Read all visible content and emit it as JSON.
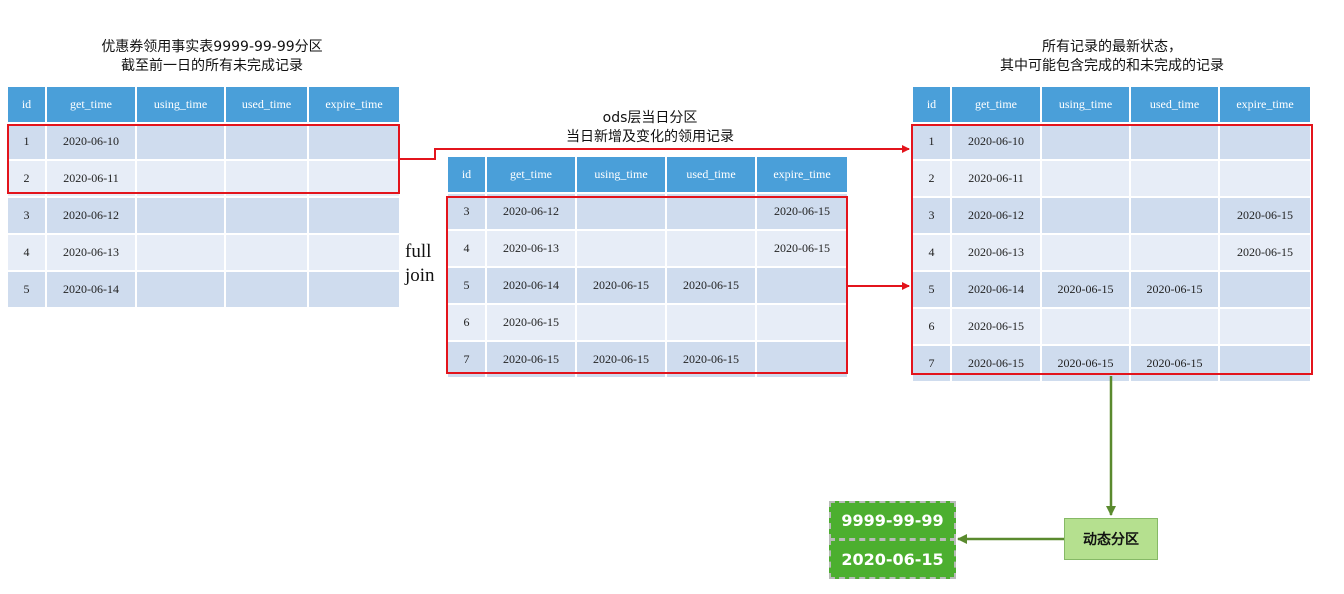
{
  "left": {
    "caption_line1": "优惠券领用事实表9999-99-99分区",
    "caption_line2": "截至前一日的所有未完成记录",
    "headers": [
      "id",
      "get_time",
      "using_time",
      "used_time",
      "expire_time"
    ],
    "rows": [
      [
        "1",
        "2020-06-10",
        "",
        "",
        ""
      ],
      [
        "2",
        "2020-06-11",
        "",
        "",
        ""
      ],
      [
        "3",
        "2020-06-12",
        "",
        "",
        ""
      ],
      [
        "4",
        "2020-06-13",
        "",
        "",
        ""
      ],
      [
        "5",
        "2020-06-14",
        "",
        "",
        ""
      ]
    ]
  },
  "middle": {
    "caption_line1": "ods层当日分区",
    "caption_line2": "当日新增及变化的领用记录",
    "headers": [
      "id",
      "get_time",
      "using_time",
      "used_time",
      "expire_time"
    ],
    "rows": [
      [
        "3",
        "2020-06-12",
        "",
        "",
        "2020-06-15"
      ],
      [
        "4",
        "2020-06-13",
        "",
        "",
        "2020-06-15"
      ],
      [
        "5",
        "2020-06-14",
        "2020-06-15",
        "2020-06-15",
        ""
      ],
      [
        "6",
        "2020-06-15",
        "",
        "",
        ""
      ],
      [
        "7",
        "2020-06-15",
        "2020-06-15",
        "2020-06-15",
        ""
      ]
    ]
  },
  "join_label_line1": "full",
  "join_label_line2": "join",
  "right": {
    "caption_line1": "所有记录的最新状态，",
    "caption_line2": "其中可能包含完成的和未完成的记录",
    "headers": [
      "id",
      "get_time",
      "using_time",
      "used_time",
      "expire_time"
    ],
    "rows": [
      [
        "1",
        "2020-06-10",
        "",
        "",
        ""
      ],
      [
        "2",
        "2020-06-11",
        "",
        "",
        ""
      ],
      [
        "3",
        "2020-06-12",
        "",
        "",
        "2020-06-15"
      ],
      [
        "4",
        "2020-06-13",
        "",
        "",
        "2020-06-15"
      ],
      [
        "5",
        "2020-06-14",
        "2020-06-15",
        "2020-06-15",
        ""
      ],
      [
        "6",
        "2020-06-15",
        "",
        "",
        ""
      ],
      [
        "7",
        "2020-06-15",
        "2020-06-15",
        "2020-06-15",
        ""
      ]
    ]
  },
  "dynamic_partition_label": "动态分区",
  "partitions": [
    "9999-99-99",
    "2020-06-15"
  ],
  "colors": {
    "header": "#4a9fd9",
    "highlight": "#e3141c",
    "green": "#4caf2f",
    "flow": "#5a8a2e"
  }
}
